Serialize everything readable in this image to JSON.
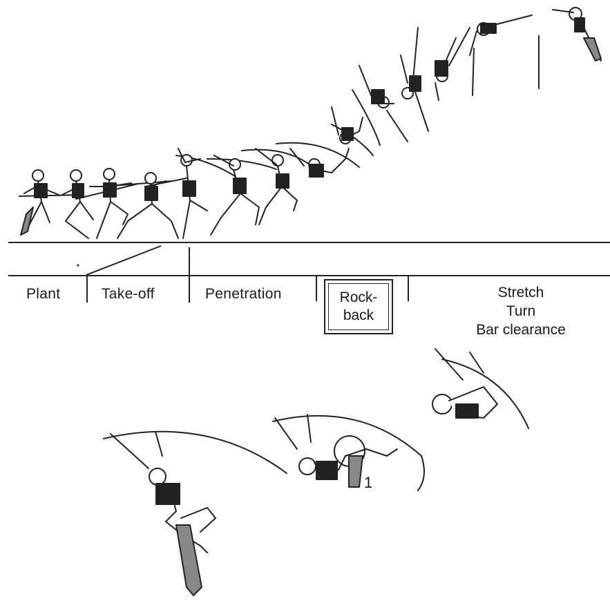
{
  "phases": {
    "plant": "Plant",
    "takeoff": "Take-off",
    "penetration": "Penetration",
    "rockback_line1": "Rock-",
    "rockback_line2": "back",
    "stretch": "Stretch",
    "turn": "Turn",
    "bar_clearance": "Bar clearance"
  },
  "detail_number": "1"
}
